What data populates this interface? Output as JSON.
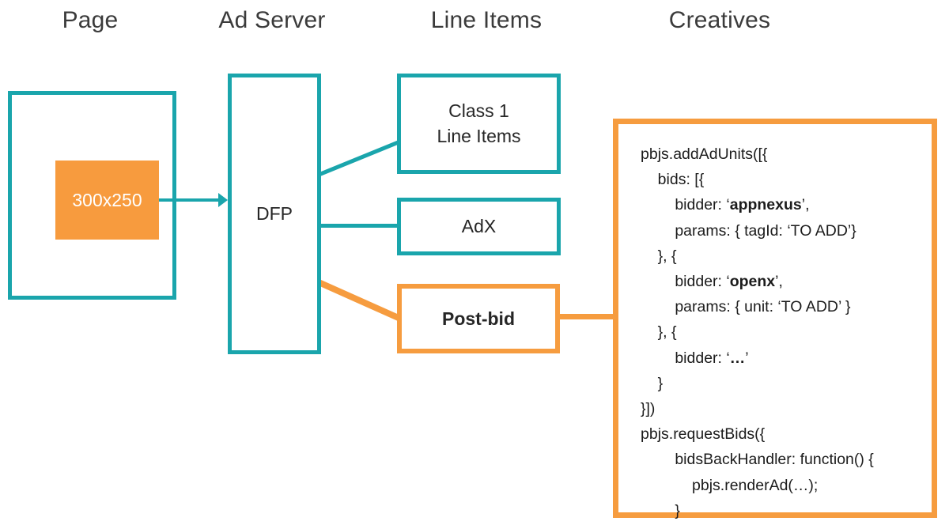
{
  "headers": {
    "page": "Page",
    "ad_server": "Ad Server",
    "line_items": "Line Items",
    "creatives": "Creatives"
  },
  "nodes": {
    "page_box": "",
    "creative_slot": "300x250",
    "ad_server": "DFP",
    "class1": "Class 1\nLine Items",
    "adx": "AdX",
    "postbid": "Post-bid"
  },
  "code": {
    "lines": [
      {
        "indent": 0,
        "text": "pbjs.addAdUnits([{"
      },
      {
        "indent": 1,
        "text": "bids: [{"
      },
      {
        "indent": 2,
        "pre": "bidder: ‘",
        "bold": "appnexus",
        "post": "’,"
      },
      {
        "indent": 2,
        "text": "params: { tagId: ‘TO ADD’}"
      },
      {
        "indent": 1,
        "text": "}, {"
      },
      {
        "indent": 2,
        "pre": "bidder: ‘",
        "bold": "openx",
        "post": "’,"
      },
      {
        "indent": 2,
        "text": "params: { unit: ‘TO ADD’ }"
      },
      {
        "indent": 1,
        "text": "}, {"
      },
      {
        "indent": 2,
        "pre": "bidder: ‘",
        "bold": "…",
        "post": "’"
      },
      {
        "indent": 1,
        "text": "}"
      },
      {
        "indent": 0,
        "text": "}])"
      },
      {
        "indent": 0,
        "text": "pbjs.requestBids({"
      },
      {
        "indent": 2,
        "text": "bidsBackHandler: function() {"
      },
      {
        "indent": 3,
        "text": "pbjs.renderAd(…);"
      },
      {
        "indent": 2,
        "text": "}"
      },
      {
        "indent": 0,
        "text": "});"
      }
    ]
  },
  "colors": {
    "teal": "#1aa5ac",
    "orange": "#f69c3f",
    "orange_fill": "#f79b3e",
    "text": "#262626",
    "header_text": "#3b3b3b",
    "background": "#ffffff"
  }
}
